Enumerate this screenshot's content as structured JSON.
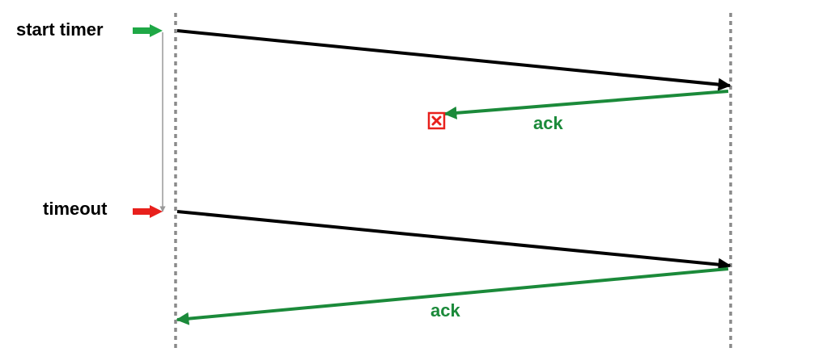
{
  "diagram": {
    "labels": {
      "start_timer": "start timer",
      "timeout": "timeout",
      "ack_lost": "ack",
      "ack_received": "ack"
    },
    "icons": {
      "lost_marker": "x-box-icon"
    },
    "colors": {
      "packet": "#000000",
      "ack": "#1b8a3a",
      "start_arrow": "#1fa846",
      "timeout_arrow": "#e8201c",
      "lost_marker": "#e8201c",
      "timeline": "#8a8a8a",
      "timer_interval": "#9a9a9a",
      "label_text": "#000000"
    }
  }
}
